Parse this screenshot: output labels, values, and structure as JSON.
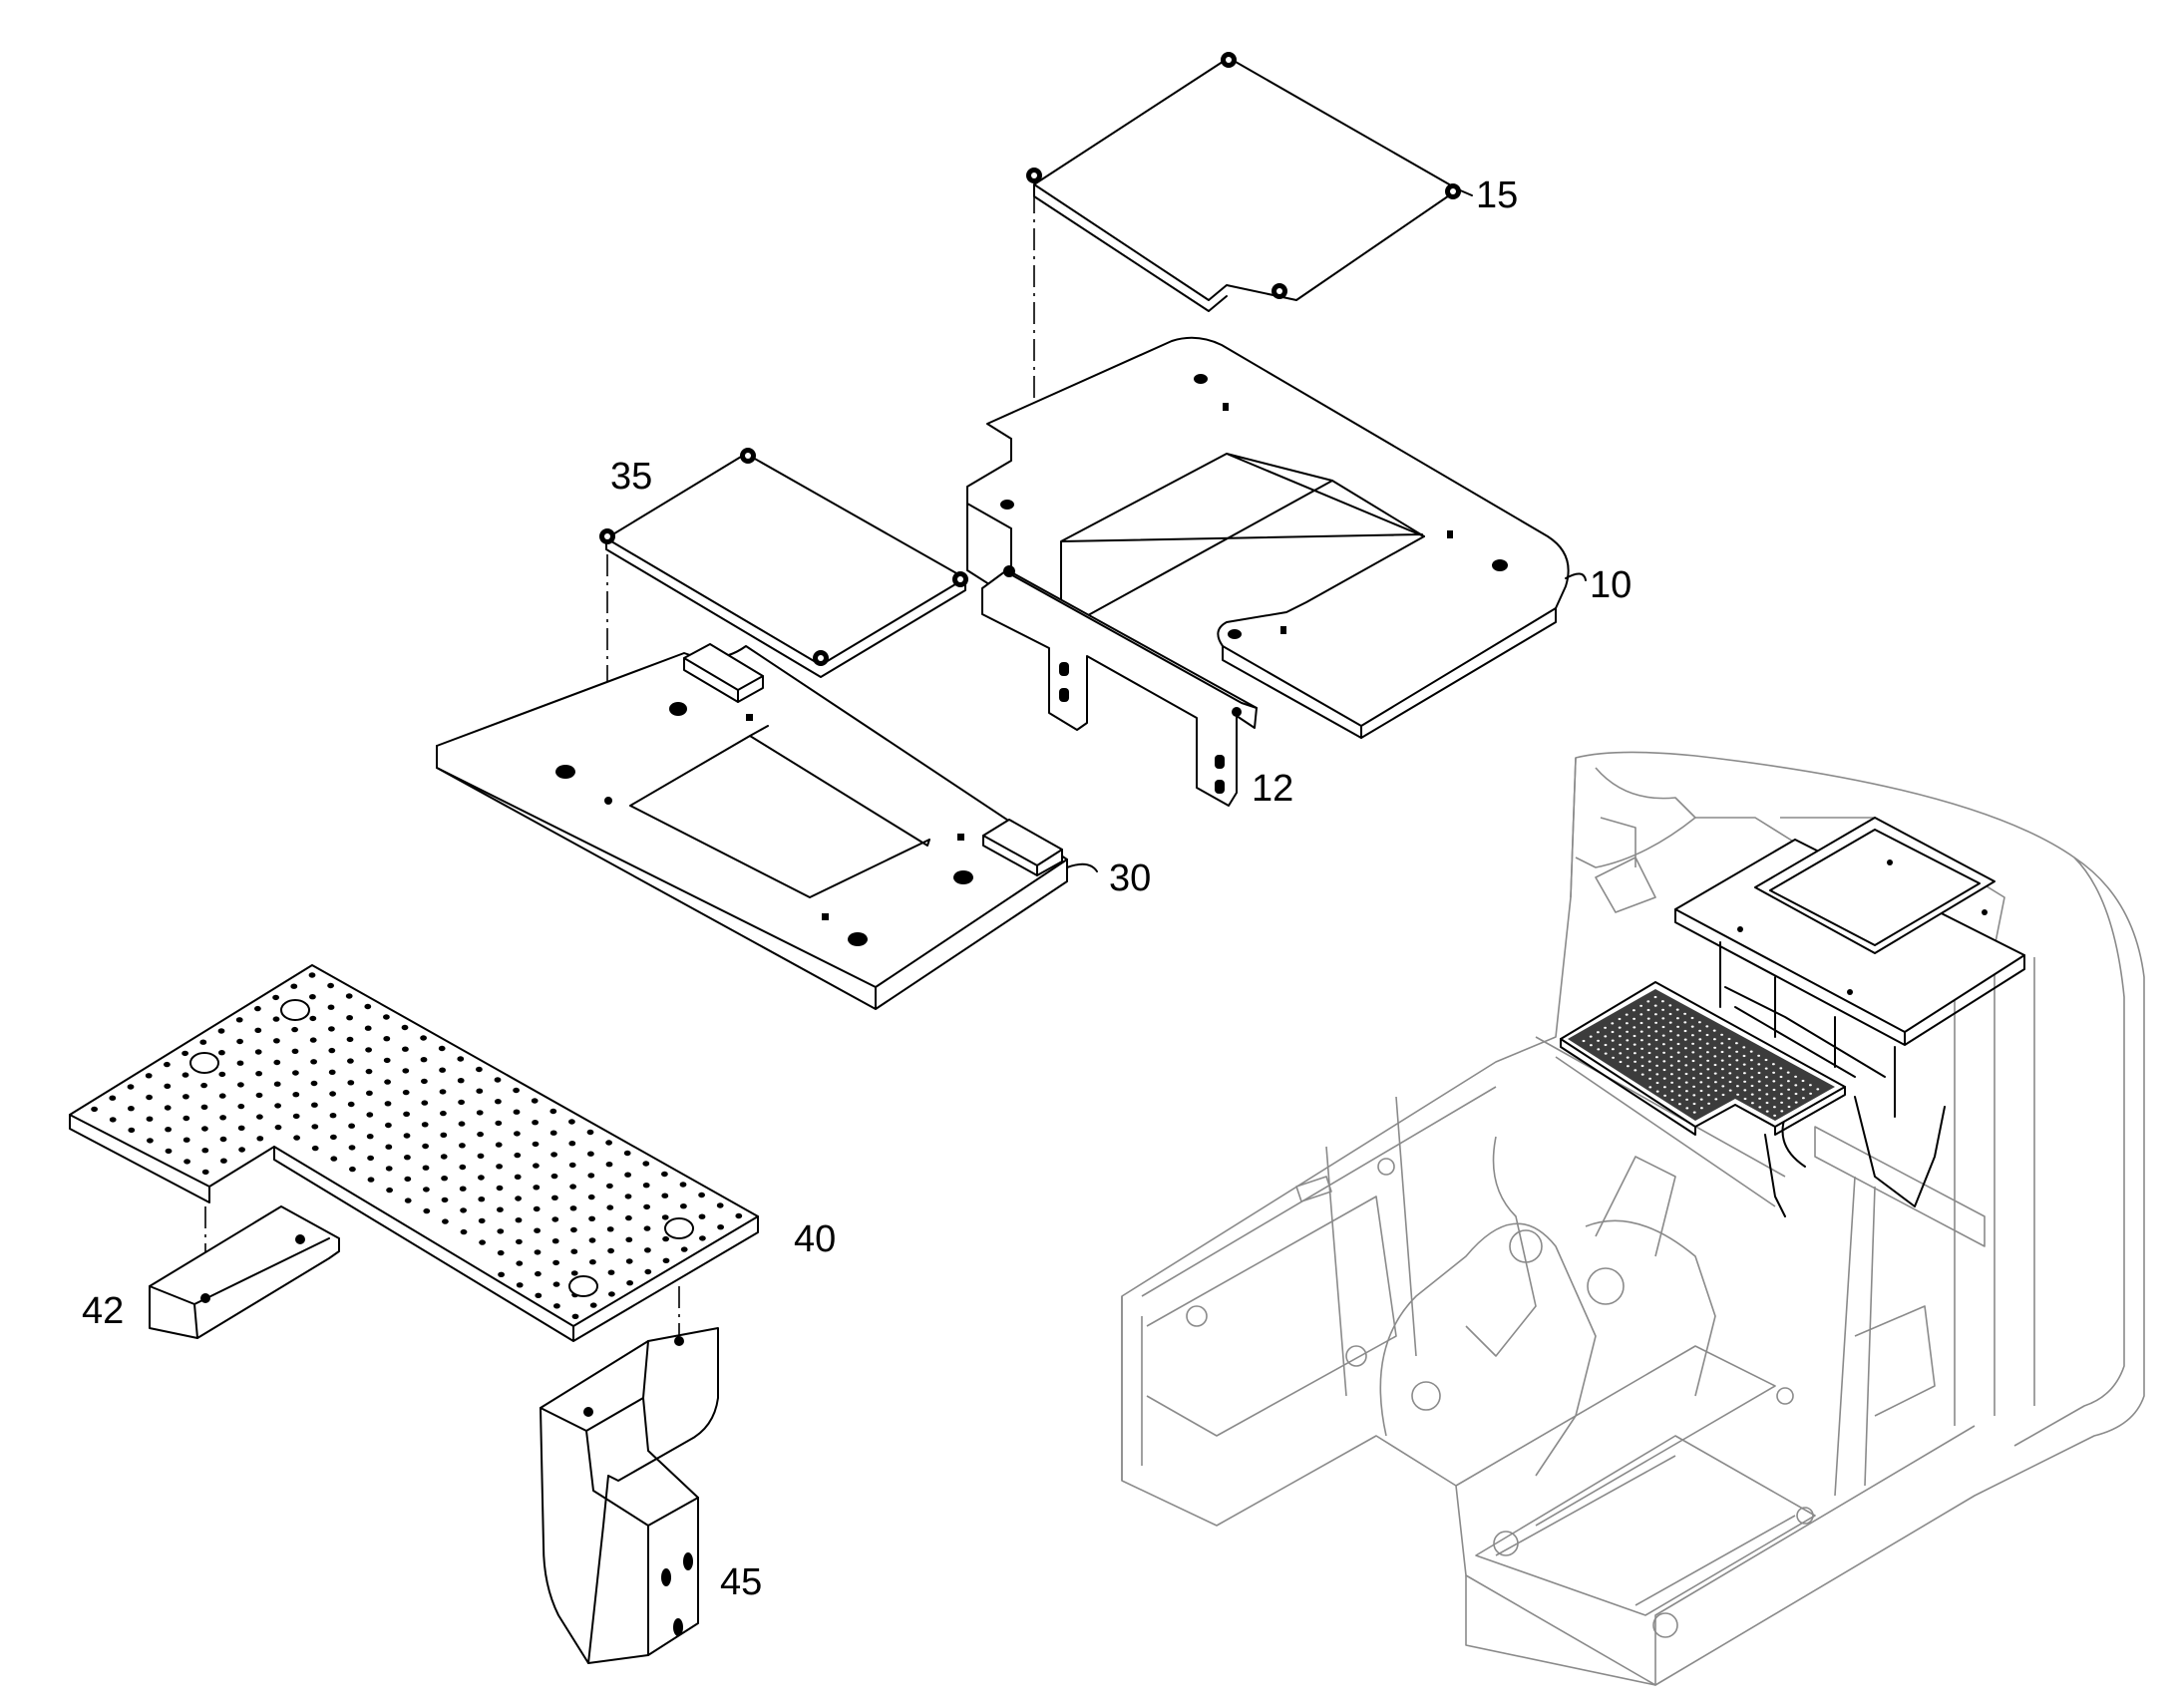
{
  "callouts": {
    "p10": "10",
    "p12": "12",
    "p15": "15",
    "p30": "30",
    "p35": "35",
    "p40": "40",
    "p42": "42",
    "p45": "45"
  },
  "colors": {
    "line": "#000000",
    "context_line": "#8a8a8a",
    "background": "#ffffff"
  }
}
